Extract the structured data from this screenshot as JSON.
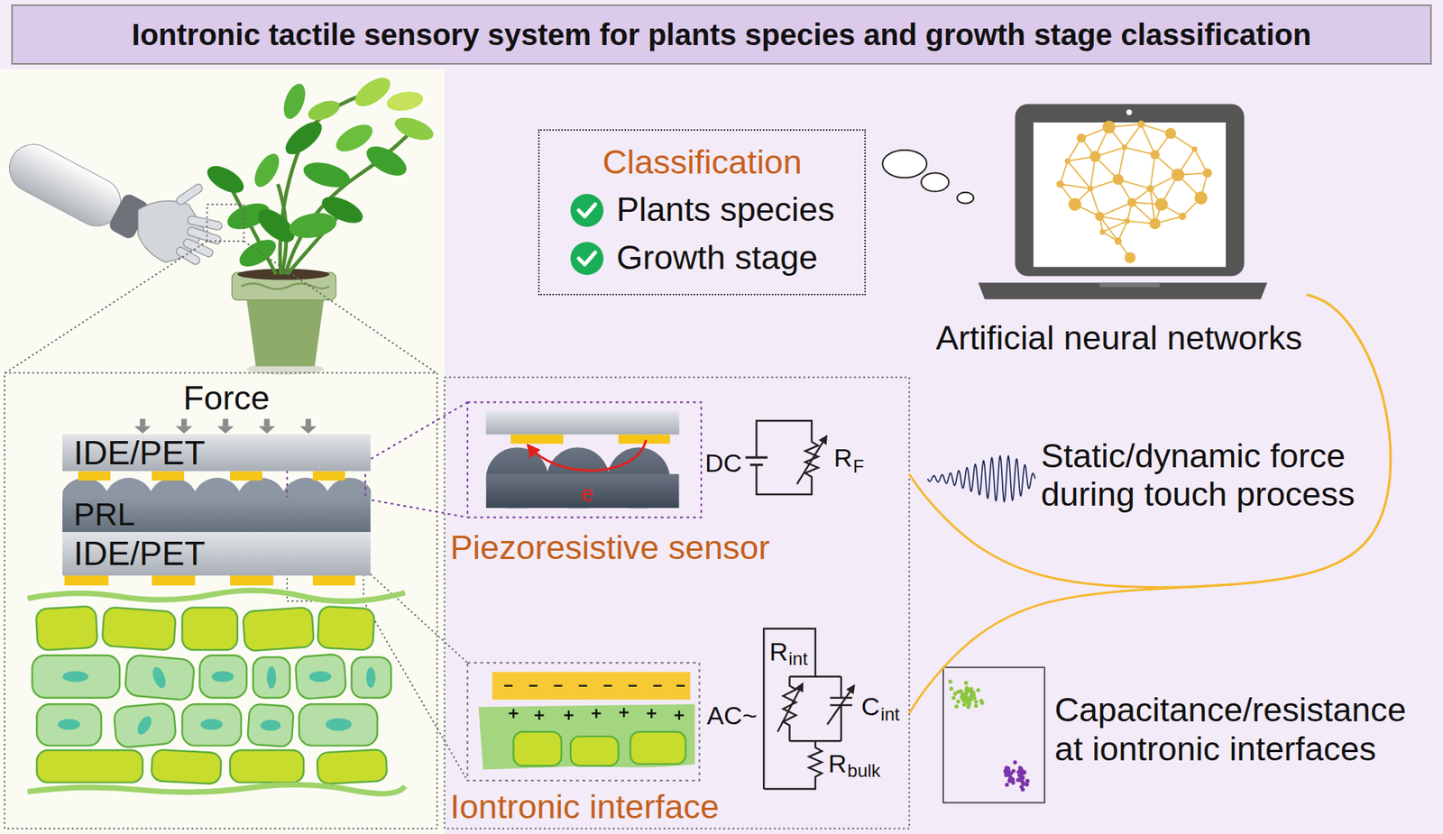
{
  "diagram": {
    "title": "Iontronic tactile sensory system for plants species and growth stage classification",
    "nodes": [
      {
        "text": [
          "IDE/PET"
        ]
      },
      {
        "text": [
          "PRL"
        ]
      },
      {
        "text": [
          "IDE/PET"
        ]
      },
      {
        "text": [
          "Piezoresistive sensor"
        ]
      },
      {
        "text": [
          "Iontronic interface"
        ]
      },
      {
        "text": [
          "Classification",
          "Plants species",
          "Growth stage"
        ]
      },
      {
        "text": [
          "Artificial neural networks"
        ]
      }
    ],
    "edges": [
      {
        "from": 3,
        "to": 6,
        "arrow": "none"
      },
      {
        "from": 4,
        "to": 6,
        "arrow": "none"
      }
    ],
    "labels": [
      "Force",
      "e",
      "DC",
      "R",
      "F",
      "AC~",
      "R",
      "int",
      "C",
      "int",
      "R",
      "bulk",
      "Static/dynamic force during touch process",
      "Capacitance/resistance at iontronic interfaces"
    ]
  }
}
